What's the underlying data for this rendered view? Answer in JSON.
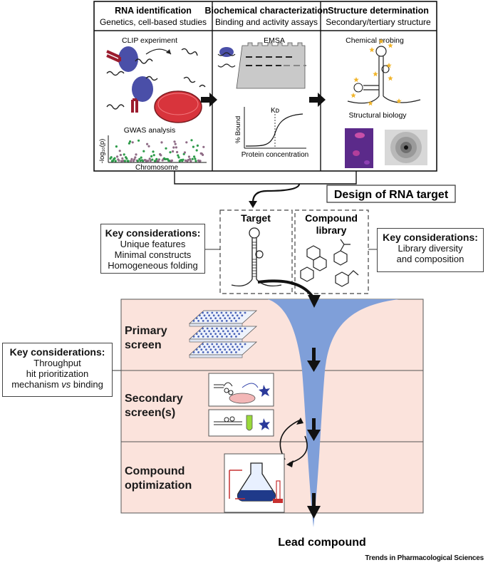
{
  "panels": [
    {
      "title": "RNA identification",
      "subtitle": "Genetics, cell-based studies",
      "items": [
        "CLIP experiment",
        "GWAS analysis"
      ],
      "axis_y": "-log₁₀(p)",
      "axis_x": "Chromosome"
    },
    {
      "title": "Biochemical characterization",
      "subtitle": "Binding and activity assays",
      "items": [
        "EMSA"
      ],
      "binding_y": "% Bound",
      "binding_x": "Protein concentration",
      "kd_label": "Kᴅ"
    },
    {
      "title": "Structure determination",
      "subtitle": "Secondary/tertiary structure",
      "items": [
        "Chemical probing",
        "Structural biology"
      ]
    }
  ],
  "design_label": "Design of RNA target",
  "target": {
    "label": "Target"
  },
  "library": {
    "label_line1": "Compound",
    "label_line2": "library"
  },
  "kc_left": {
    "title": "Key considerations:",
    "lines": [
      "Unique features",
      "Minimal constructs",
      "Homogeneous folding"
    ]
  },
  "kc_right": {
    "title": "Key considerations:",
    "lines": [
      "Library diversity",
      "and composition"
    ]
  },
  "kc_screen": {
    "title": "Key considerations:",
    "lines": [
      "Throughput",
      "hit prioritization",
      "mechanism vs binding"
    ]
  },
  "stages": [
    {
      "line1": "Primary",
      "line2": "screen"
    },
    {
      "line1": "Secondary",
      "line2": "screen(s)"
    },
    {
      "line1": "Compound",
      "line2": "optimization"
    }
  ],
  "lead": "Lead compound",
  "footer": "Trends in Pharmacological Sciences",
  "colors": {
    "stage_bg": "#fbe3dc",
    "funnel": "#7f9fd9",
    "protein": "#4a4fa8",
    "antibody": "#9b1c2e",
    "dish": "#d8343c",
    "probe_star": "#f1b52b"
  }
}
